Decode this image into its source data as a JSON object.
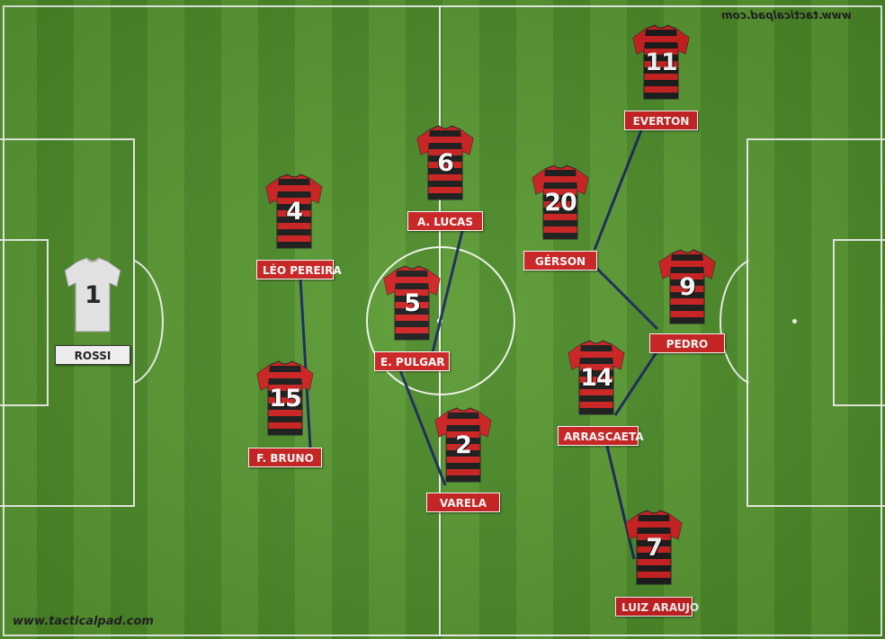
{
  "watermark": {
    "bottom_text": "www.tacticalpad.com",
    "top_text": "www.tacticalpad.com"
  },
  "colors": {
    "jersey_red": "#cc1f1f",
    "jersey_black": "#1a1a1a",
    "link_line": "#17295a",
    "label_bg": "#cc1f1f",
    "gk_label_bg": "#ffffff"
  },
  "players": [
    {
      "id": "rossi",
      "number": "1",
      "name": "ROSSI",
      "kit": "goalkeeper"
    },
    {
      "id": "leo-pereira",
      "number": "4",
      "name": "LÉO PEREIRA",
      "kit": "outfield"
    },
    {
      "id": "f-bruno",
      "number": "15",
      "name": "F. BRUNO",
      "kit": "outfield"
    },
    {
      "id": "a-lucas",
      "number": "6",
      "name": "A. LUCAS",
      "kit": "outfield"
    },
    {
      "id": "e-pulgar",
      "number": "5",
      "name": "E. PULGAR",
      "kit": "outfield"
    },
    {
      "id": "varela",
      "number": "2",
      "name": "VARELA",
      "kit": "outfield"
    },
    {
      "id": "gerson",
      "number": "20",
      "name": "GÉRSON",
      "kit": "outfield"
    },
    {
      "id": "everton",
      "number": "11",
      "name": "EVERTON",
      "kit": "outfield"
    },
    {
      "id": "pedro",
      "number": "9",
      "name": "PEDRO",
      "kit": "outfield"
    },
    {
      "id": "arrascaeta",
      "number": "14",
      "name": "ARRASCAETA",
      "kit": "outfield"
    },
    {
      "id": "luiz-araujo",
      "number": "7",
      "name": "LUIZ ARAUJO",
      "kit": "outfield"
    }
  ]
}
